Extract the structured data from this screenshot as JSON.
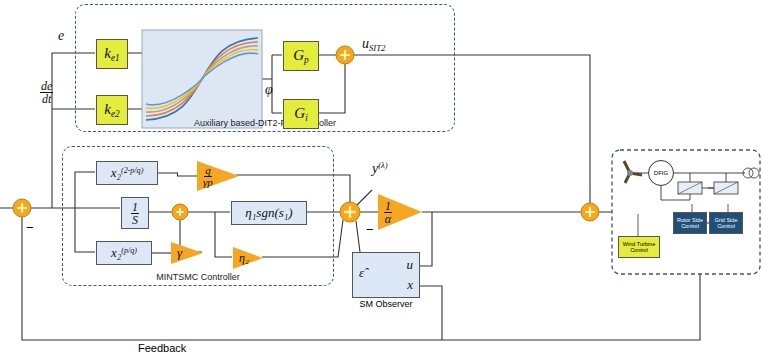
{
  "diagram": {
    "nodes": [
      {
        "text": [
          "Auxiliary based-DIT2-FPI Controller"
        ]
      },
      {
        "text": [
          "k",
          "e1"
        ],
        "in": 0
      },
      {
        "text": [
          "k",
          "e2"
        ],
        "in": 0
      },
      {
        "text": [
          "G",
          "p"
        ],
        "in": 0
      },
      {
        "text": [
          "G",
          "i"
        ],
        "in": 0
      },
      {
        "text": [
          "MINTSMC Controller"
        ]
      },
      {
        "text": [
          "x₂",
          "(2-p/q)"
        ],
        "in": 5
      },
      {
        "text": [
          "q",
          "γp"
        ],
        "in": 5
      },
      {
        "text": [
          "1",
          "S"
        ],
        "in": 5
      },
      {
        "text": [
          "x₂",
          "(p/q)"
        ],
        "in": 5
      },
      {
        "text": [
          "γ"
        ],
        "in": 5
      },
      {
        "text": [
          "η₁sgn(s₁)"
        ],
        "in": 5
      },
      {
        "text": [
          "η₂"
        ],
        "in": 5
      },
      {
        "text": [
          "1",
          "α"
        ]
      },
      {
        "text": [
          "SM Observer",
          "ε̂",
          "u",
          "x"
        ]
      },
      {
        "text": [
          "Wind Turbine Control"
        ]
      },
      {
        "text": [
          "DFIG"
        ]
      },
      {
        "text": [
          "Rotor Side Control"
        ]
      },
      {
        "text": [
          "Grid Side Control"
        ]
      }
    ],
    "edges": [
      {
        "from": 6,
        "to": 7,
        "arrow": "none"
      },
      {
        "from": 9,
        "to": 10,
        "arrow": "none"
      },
      {
        "from": 17,
        "to": 18,
        "arrow": "none"
      }
    ],
    "labels": [
      "e",
      "de",
      "dt",
      "φ",
      "u",
      "SIT2",
      "y",
      "(λ)",
      "−",
      "−",
      "Feedback"
    ]
  }
}
